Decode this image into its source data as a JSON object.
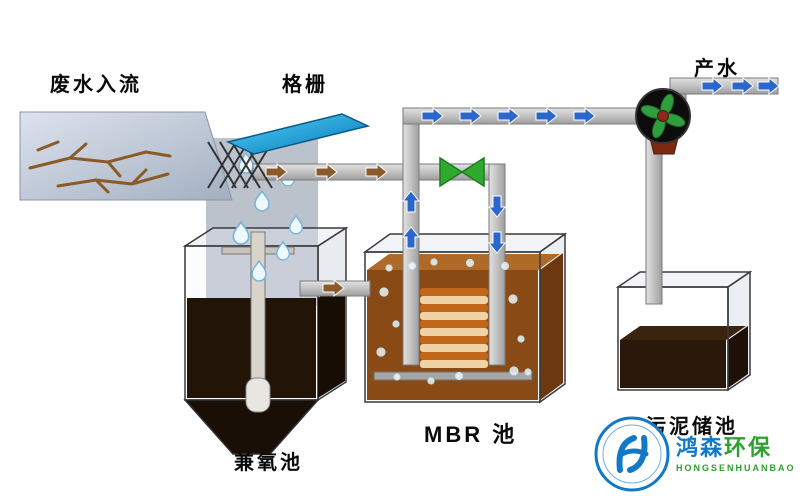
{
  "labels": {
    "wastewater_inflow": "废水入流",
    "screen": "格栅",
    "product_water": "产水",
    "anoxic_tank": "兼氧池",
    "mbr_tank": "MBR 池",
    "sludge_tank": "污泥储池"
  },
  "brand": {
    "cn_part1": "鸿森",
    "cn_part2": "环保",
    "en": "HONGSENHUANBAO"
  },
  "colors": {
    "screen_blue": "#18a8e0",
    "pipe_gray": "#c9c9c9",
    "flow_arrow_blue": "#2b66cc",
    "flow_arrow_brown": "#8b5a2b",
    "valve_green": "#2faa2f",
    "fan_blade_green": "#2e9e3e",
    "mbr_liquid_brown": "#8a4a16",
    "anoxic_liquid_dark": "#221407",
    "sludge_liquid_dark": "#2a180a",
    "membrane_orange": "#c2661c",
    "membrane_cream": "#efd3a6",
    "brand_blue": "#1278c8",
    "brand_green": "#2ea02e"
  },
  "icons": {
    "flow_arrow": "arrow-right",
    "water_drop": "droplet",
    "valve": "bowtie-valve",
    "fan": "pinwheel-fan"
  }
}
